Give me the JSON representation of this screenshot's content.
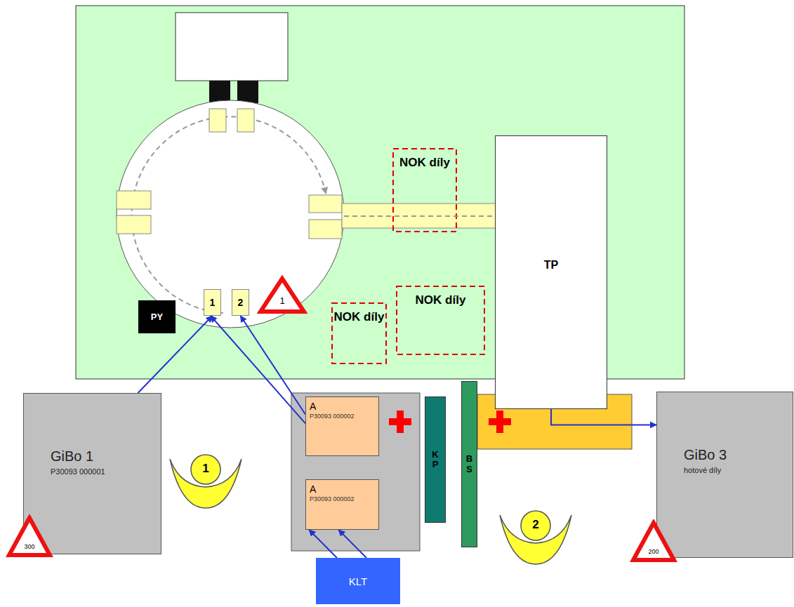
{
  "diagram": {
    "nodes": [
      {
        "text": [
          "NOK díly"
        ]
      },
      {
        "text": [
          "TP"
        ]
      },
      {
        "text": [
          "1"
        ]
      },
      {
        "text": [
          "2"
        ]
      },
      {
        "text": [
          "1"
        ]
      },
      {
        "text": [
          "NOK díly"
        ]
      },
      {
        "text": [
          "NOK díly"
        ]
      },
      {
        "text": [
          "PY"
        ]
      },
      {
        "text": [
          "GiBo 1",
          "P30093 000001"
        ]
      },
      {
        "text": [
          "1"
        ]
      },
      {
        "text": [
          "A",
          "P30093 000002"
        ]
      },
      {
        "text": [
          "A",
          "P30093 000002"
        ]
      },
      {
        "text": [
          "KP"
        ]
      },
      {
        "text": [
          "BS"
        ]
      },
      {
        "text": [
          "2"
        ]
      },
      {
        "text": [
          "GiBo 3",
          "hotové díly"
        ]
      },
      {
        "text": [
          "300"
        ]
      },
      {
        "text": [
          "200"
        ]
      },
      {
        "text": [
          "KLT"
        ]
      }
    ],
    "edges": [
      {
        "from": 8,
        "to": 2,
        "arrow": "to"
      },
      {
        "from": 10,
        "to": 2,
        "arrow": "to"
      },
      {
        "from": 10,
        "to": 3,
        "arrow": "to"
      },
      {
        "from": 18,
        "to": 11,
        "arrow": "to"
      },
      {
        "from": 18,
        "to": 11,
        "arrow": "to"
      },
      {
        "from": 1,
        "to": 15,
        "arrow": "to"
      }
    ]
  }
}
